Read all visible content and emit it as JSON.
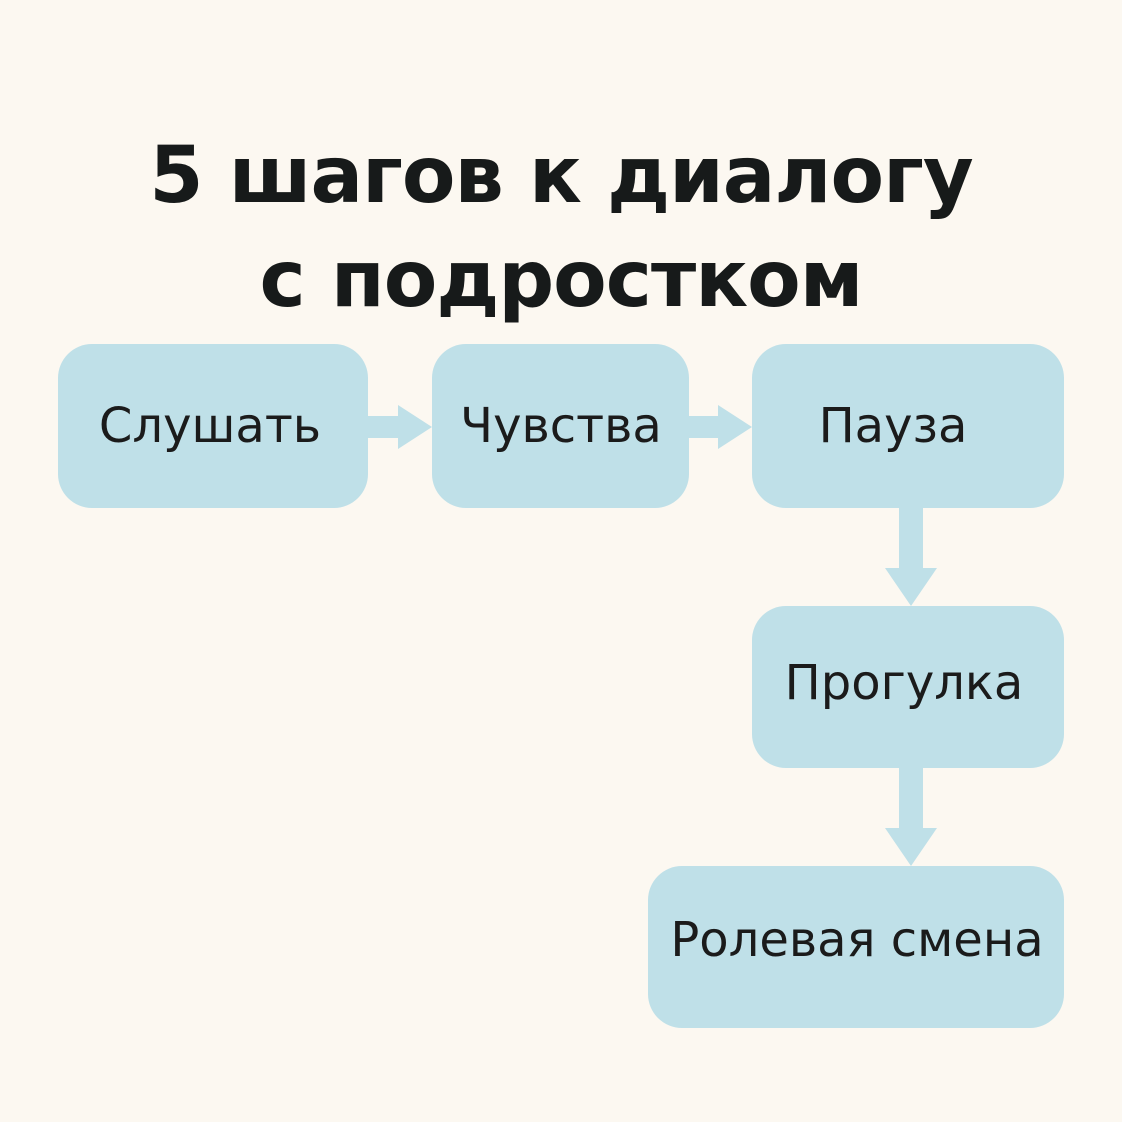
{
  "title": {
    "line1": "5 шагов к диалогу",
    "line2": "с подростком"
  },
  "steps": [
    {
      "label": "Слушать"
    },
    {
      "label": "Чувства"
    },
    {
      "label": "Пауза"
    },
    {
      "label": "Прогулка"
    },
    {
      "label": "Ролевая смена"
    }
  ],
  "colors": {
    "background": "#fcf8f1",
    "box": "#bfe0e8",
    "arrow": "#bfe0e8",
    "text": "#171a1a"
  }
}
